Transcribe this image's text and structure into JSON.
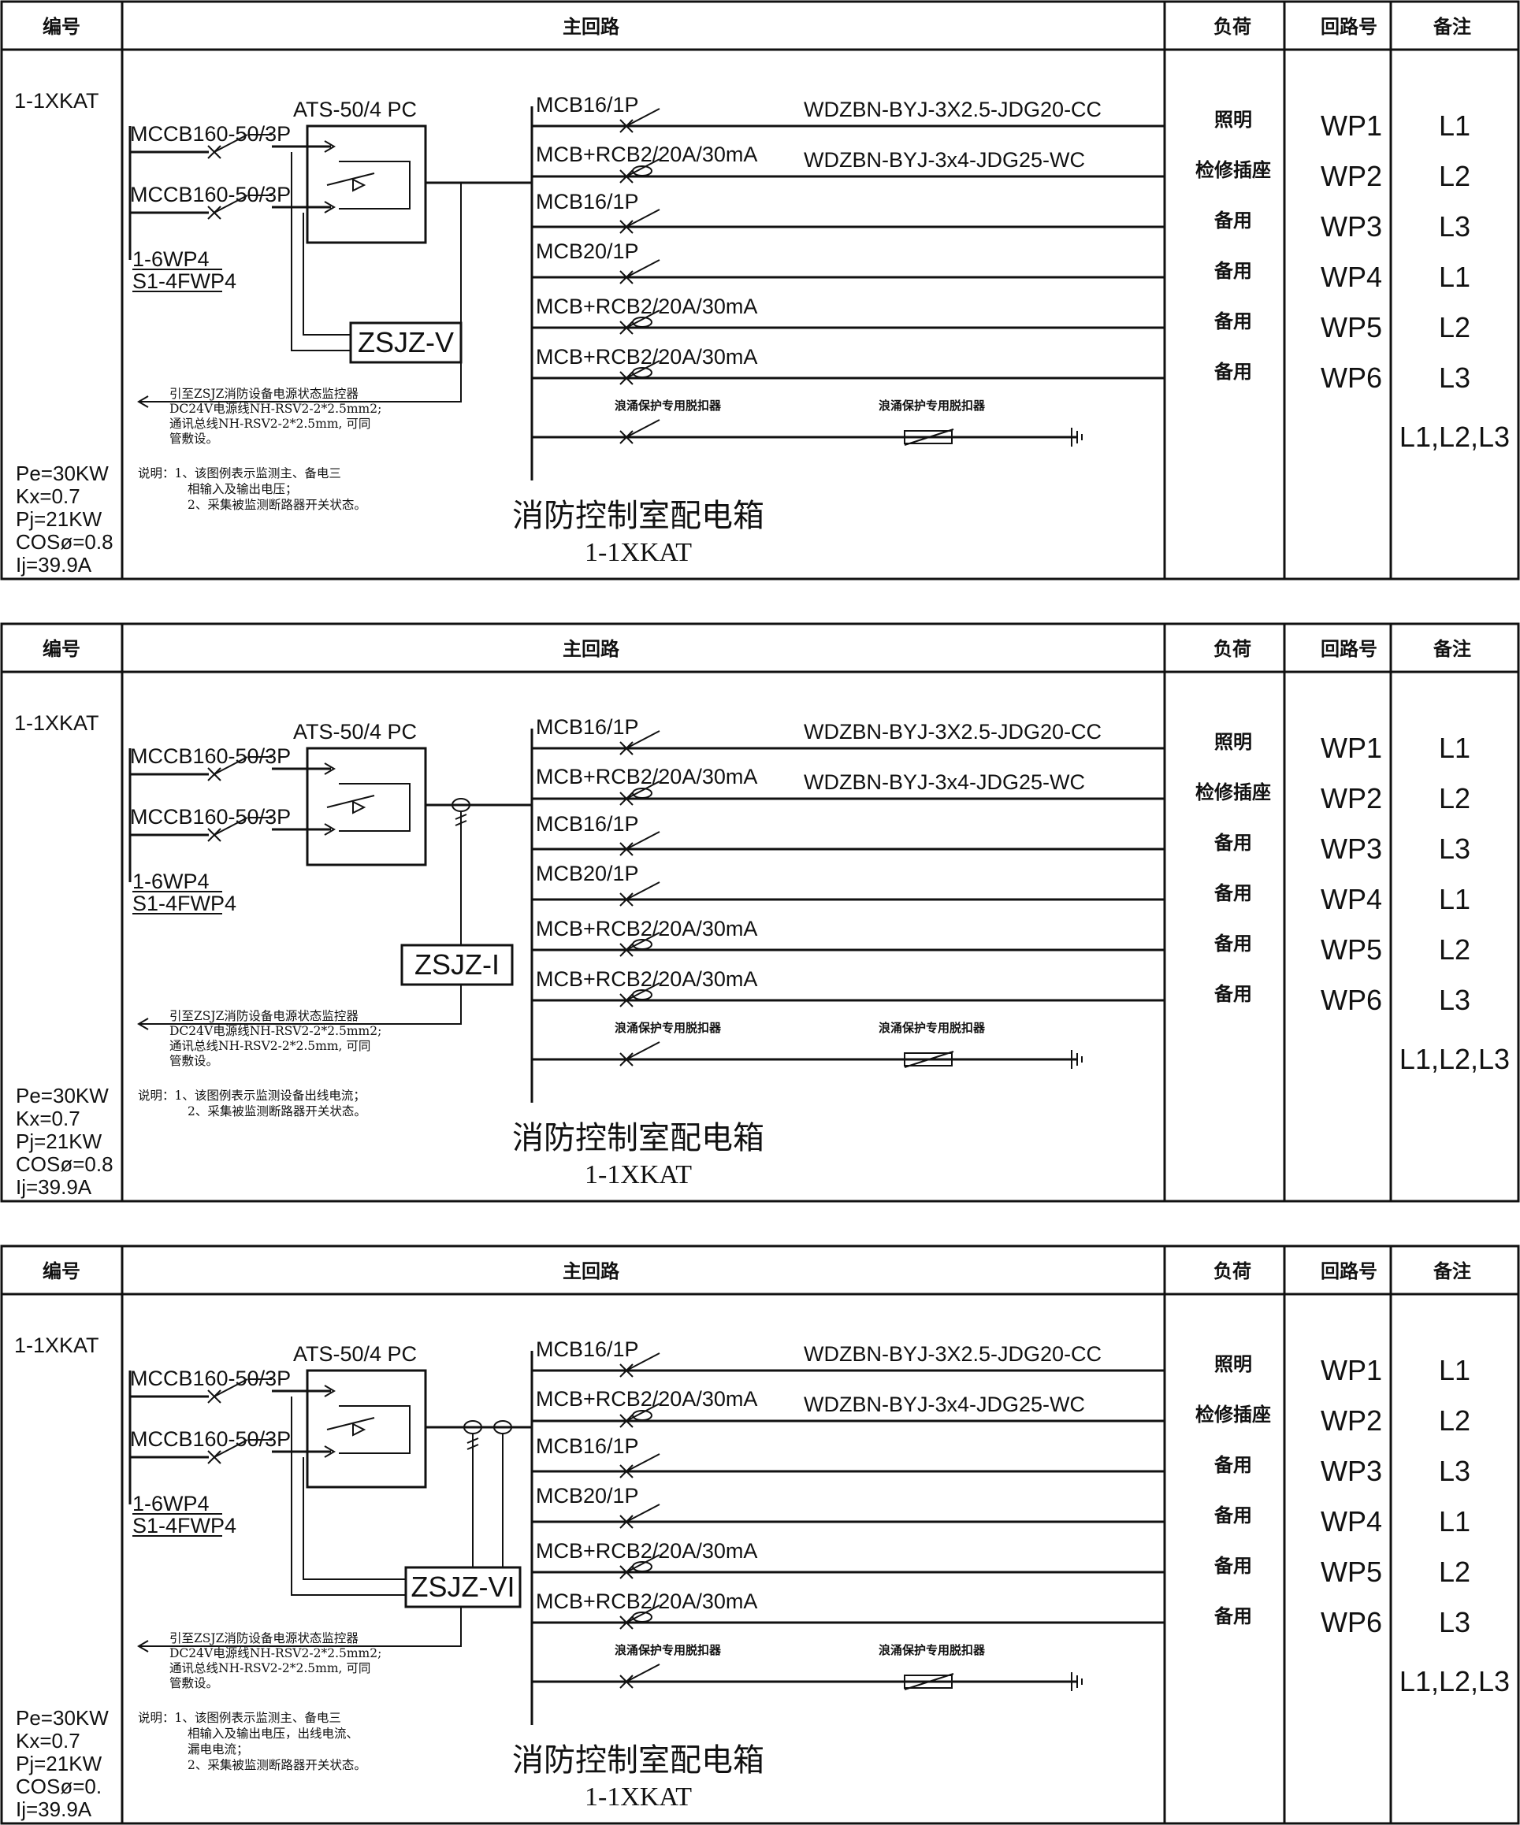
{
  "panels": [
    {
      "headers": {
        "number": "编号",
        "main_circuit": "主回路",
        "load": "负荷",
        "circuit_no": "回路号",
        "remark": "备注"
      },
      "panel_id": "1-1XKAT",
      "ats": "ATS-50/4 PC",
      "incomers": [
        "MCCB160-50/3P",
        "MCCB160-50/3P"
      ],
      "sources": [
        "1-6WP4",
        "S1-4FWP4"
      ],
      "monitor": "ZSJZ-V",
      "circuits": [
        {
          "breaker": "MCB16/1P",
          "cable": "WDZBN-BYJ-3X2.5-JDG20-CC",
          "load": "照明",
          "no": "WP1",
          "phase": "L1"
        },
        {
          "breaker": "MCB+RCB2/20A/30mA",
          "cable": "WDZBN-BYJ-3x4-JDG25-WC",
          "load": "检修插座",
          "no": "WP2",
          "phase": "L2"
        },
        {
          "breaker": "MCB16/1P",
          "cable": "",
          "load": "备用",
          "no": "WP3",
          "phase": "L3"
        },
        {
          "breaker": "MCB20/1P",
          "cable": "",
          "load": "备用",
          "no": "WP4",
          "phase": "L1"
        },
        {
          "breaker": "MCB+RCB2/20A/30mA",
          "cable": "",
          "load": "备用",
          "no": "WP5",
          "phase": "L2"
        },
        {
          "breaker": "MCB+RCB2/20A/30mA",
          "cable": "",
          "load": "备用",
          "no": "WP6",
          "phase": "L3"
        }
      ],
      "spd_breaker": "浪涌保护专用脱扣器",
      "spd": "浪涌保护专用脱扣器",
      "spd_phase": "L1,L2,L3",
      "wiring_notes": [
        "引至ZSJZ消防设备电源状态监控器",
        "DC24V电源线NH-RSV2-2*2.5mm2;",
        "通讯总线NH-RSV2-2*2.5mm, 可同",
        "管敷设。"
      ],
      "notes": [
        "说明：1、该图例表示监测主、备电三",
        "相输入及输出电压；",
        "2、采集被监测断路器开关状态。"
      ],
      "calc": [
        "Pe=30KW",
        "Kx=0.7",
        "Pj=21KW",
        "COSø=0.8",
        "Ij=39.9A"
      ],
      "title": "消防控制室配电箱",
      "subtitle": "1-1XKAT"
    },
    {
      "headers": {
        "number": "编号",
        "main_circuit": "主回路",
        "load": "负荷",
        "circuit_no": "回路号",
        "remark": "备注"
      },
      "panel_id": "1-1XKAT",
      "ats": "ATS-50/4 PC",
      "incomers": [
        "MCCB160-50/3P",
        "MCCB160-50/3P"
      ],
      "sources": [
        "1-6WP4",
        "S1-4FWP4"
      ],
      "monitor": "ZSJZ-I",
      "circuits": [
        {
          "breaker": "MCB16/1P",
          "cable": "WDZBN-BYJ-3X2.5-JDG20-CC",
          "load": "照明",
          "no": "WP1",
          "phase": "L1"
        },
        {
          "breaker": "MCB+RCB2/20A/30mA",
          "cable": "WDZBN-BYJ-3x4-JDG25-WC",
          "load": "检修插座",
          "no": "WP2",
          "phase": "L2"
        },
        {
          "breaker": "MCB16/1P",
          "cable": "",
          "load": "备用",
          "no": "WP3",
          "phase": "L3"
        },
        {
          "breaker": "MCB20/1P",
          "cable": "",
          "load": "备用",
          "no": "WP4",
          "phase": "L1"
        },
        {
          "breaker": "MCB+RCB2/20A/30mA",
          "cable": "",
          "load": "备用",
          "no": "WP5",
          "phase": "L2"
        },
        {
          "breaker": "MCB+RCB2/20A/30mA",
          "cable": "",
          "load": "备用",
          "no": "WP6",
          "phase": "L3"
        }
      ],
      "spd_breaker": "浪涌保护专用脱扣器",
      "spd": "浪涌保护专用脱扣器",
      "spd_phase": "L1,L2,L3",
      "wiring_notes": [
        "引至ZSJZ消防设备电源状态监控器",
        "DC24V电源线NH-RSV2-2*2.5mm2;",
        "通讯总线NH-RSV2-2*2.5mm, 可同",
        "管敷设。"
      ],
      "notes": [
        "说明：1、该图例表示监测设备出线电流；",
        "2、采集被监测断路器开关状态。"
      ],
      "calc": [
        "Pe=30KW",
        "Kx=0.7",
        "Pj=21KW",
        "COSø=0.8",
        "Ij=39.9A"
      ],
      "title": "消防控制室配电箱",
      "subtitle": "1-1XKAT"
    },
    {
      "headers": {
        "number": "编号",
        "main_circuit": "主回路",
        "load": "负荷",
        "circuit_no": "回路号",
        "remark": "备注"
      },
      "panel_id": "1-1XKAT",
      "ats": "ATS-50/4 PC",
      "incomers": [
        "MCCB160-50/3P",
        "MCCB160-50/3P"
      ],
      "sources": [
        "1-6WP4",
        "S1-4FWP4"
      ],
      "monitor": "ZSJZ-VI",
      "circuits": [
        {
          "breaker": "MCB16/1P",
          "cable": "WDZBN-BYJ-3X2.5-JDG20-CC",
          "load": "照明",
          "no": "WP1",
          "phase": "L1"
        },
        {
          "breaker": "MCB+RCB2/20A/30mA",
          "cable": "WDZBN-BYJ-3x4-JDG25-WC",
          "load": "检修插座",
          "no": "WP2",
          "phase": "L2"
        },
        {
          "breaker": "MCB16/1P",
          "cable": "",
          "load": "备用",
          "no": "WP3",
          "phase": "L3"
        },
        {
          "breaker": "MCB20/1P",
          "cable": "",
          "load": "备用",
          "no": "WP4",
          "phase": "L1"
        },
        {
          "breaker": "MCB+RCB2/20A/30mA",
          "cable": "",
          "load": "备用",
          "no": "WP5",
          "phase": "L2"
        },
        {
          "breaker": "MCB+RCB2/20A/30mA",
          "cable": "",
          "load": "备用",
          "no": "WP6",
          "phase": "L3"
        }
      ],
      "spd_breaker": "浪涌保护专用脱扣器",
      "spd": "浪涌保护专用脱扣器",
      "spd_phase": "L1,L2,L3",
      "wiring_notes": [
        "引至ZSJZ消防设备电源状态监控器",
        "DC24V电源线NH-RSV2-2*2.5mm2;",
        "通讯总线NH-RSV2-2*2.5mm, 可同",
        "管敷设。"
      ],
      "notes": [
        "说明：1、该图例表示监测主、备电三",
        "相输入及输出电压，出线电流、",
        "漏电电流；",
        "2、采集被监测断路器开关状态。"
      ],
      "calc": [
        "Pe=30KW",
        "Kx=0.7",
        "Pj=21KW",
        "COSø=0.",
        "Ij=39.9A"
      ],
      "title": "消防控制室配电箱",
      "subtitle": "1-1XKAT"
    }
  ]
}
